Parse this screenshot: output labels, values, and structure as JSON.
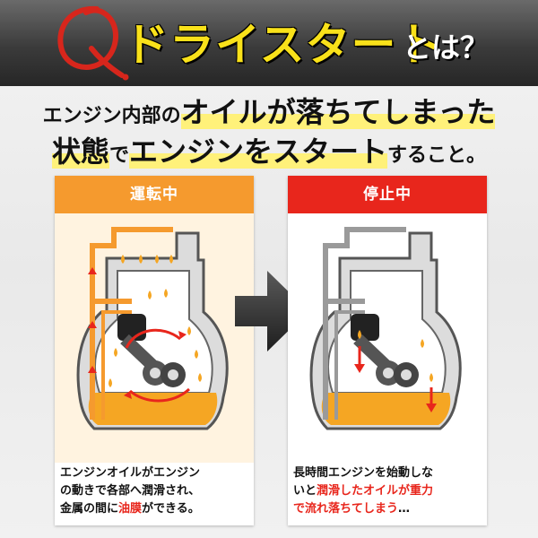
{
  "header": {
    "q_mark": "Q.",
    "title_main": "ドライスタート",
    "title_suffix": "とは？"
  },
  "intro": {
    "line1_a": "エンジン内部の",
    "line1_b": "オイルが落ちてしまった",
    "line2_a": "状態",
    "line2_b": "で",
    "line2_c": "エンジンをスタート",
    "line2_d": "すること。"
  },
  "panels": [
    {
      "title": "運転中",
      "desc_line1": "エンジンオイルがエンジン",
      "desc_line2": "の動きで各部へ潤滑され、",
      "desc_line3_a": "金属の間に",
      "desc_line3_b": "油膜",
      "desc_line3_c": "ができる。"
    },
    {
      "title": "停止中",
      "desc_line1": "長時間エンジンを始動しな",
      "desc_line2_a": "いと",
      "desc_line2_b": "潤滑したオイルが重力",
      "desc_line3_a": "で流れ落ちてしまう",
      "desc_line3_b": "…"
    }
  ],
  "colors": {
    "accent_yellow": "#f9e11a",
    "running_orange": "#f59a2e",
    "stopped_red": "#e8261c",
    "oil": "#f5a623"
  }
}
